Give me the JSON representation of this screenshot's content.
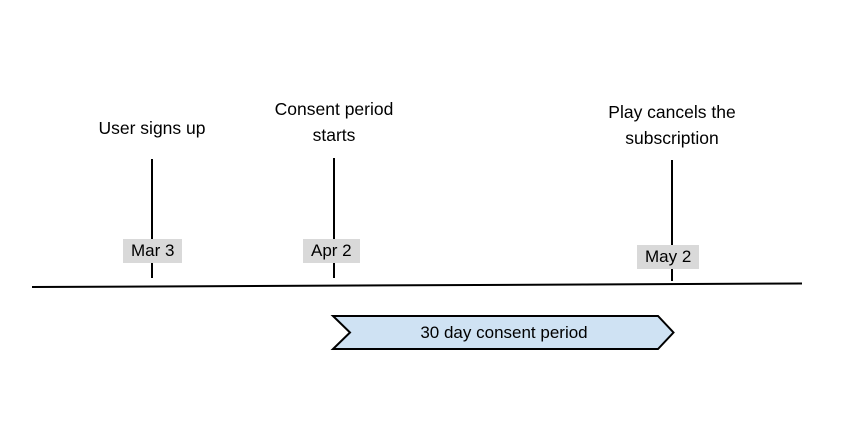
{
  "diagram": {
    "kind": "timeline",
    "background": "#ffffff"
  },
  "colors": {
    "ink": "#000000",
    "date_badge_bg": "#d9d9d9",
    "banner_fill": "#cfe2f3",
    "banner_stroke": "#000000"
  },
  "events": [
    {
      "title_lines": [
        "User signs up"
      ],
      "date": "Mar 3"
    },
    {
      "title_lines": [
        "Consent period",
        "starts"
      ],
      "date": "Apr 2"
    },
    {
      "title_lines": [
        "Play cancels the",
        "subscription"
      ],
      "date": "May 2"
    }
  ],
  "banner": {
    "label": "30 day consent period"
  }
}
